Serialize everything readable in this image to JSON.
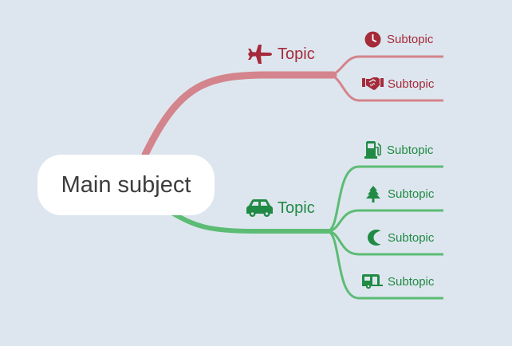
{
  "colors": {
    "background": "#dde6ee",
    "red_branch": "#d4848c",
    "red_text": "#a52a3a",
    "green_branch": "#5cbc74",
    "green_text": "#218a45",
    "main_node": "#ffffff"
  },
  "main": {
    "label": "Main subject"
  },
  "topics": [
    {
      "label": "Topic",
      "icon": "airplane-icon",
      "color": "red",
      "subtopics": [
        {
          "label": "Subtopic",
          "icon": "clock-icon"
        },
        {
          "label": "Subtopic",
          "icon": "handshake-icon"
        }
      ]
    },
    {
      "label": "Topic",
      "icon": "car-icon",
      "color": "green",
      "subtopics": [
        {
          "label": "Subtopic",
          "icon": "gas-station-icon"
        },
        {
          "label": "Subtopic",
          "icon": "tree-icon"
        },
        {
          "label": "Subtopic",
          "icon": "moon-icon"
        },
        {
          "label": "Subtopic",
          "icon": "caravan-icon"
        }
      ]
    }
  ]
}
